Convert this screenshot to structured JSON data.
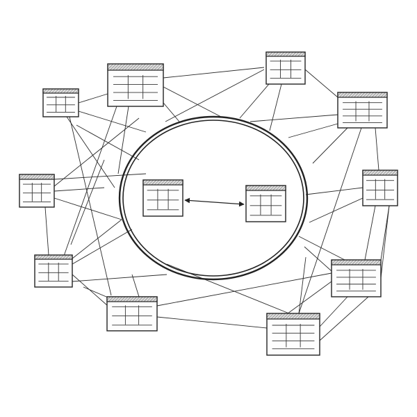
{
  "diagram": {
    "type": "hand-drawn schema sketch",
    "ring": {
      "contains": [
        "inner-a",
        "inner-b"
      ]
    },
    "tables": [
      "t1",
      "t2",
      "t3",
      "t4",
      "t5",
      "t6",
      "t7",
      "t8",
      "t9",
      "t10",
      "inner-a",
      "inner-b"
    ],
    "inner_link": {
      "from": "inner-a",
      "to": "inner-b",
      "bidirectional": true
    },
    "colors": {
      "ink": "#222222",
      "paper": "#ffffff"
    }
  }
}
